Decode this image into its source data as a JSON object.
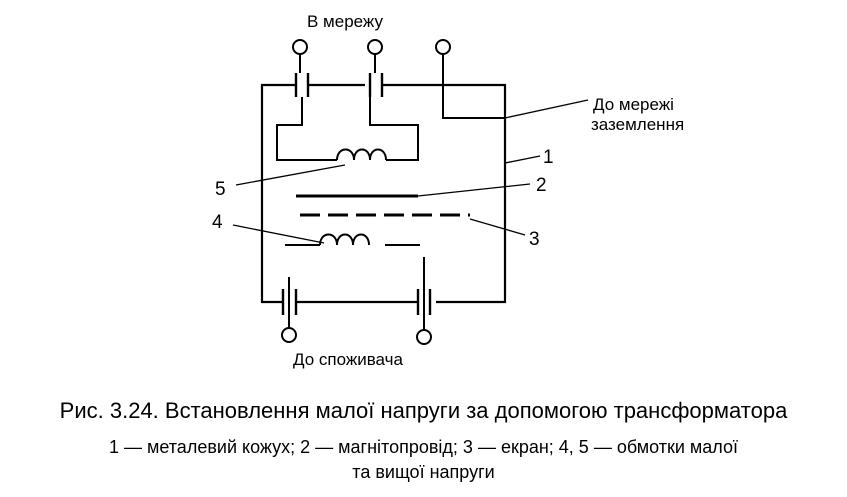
{
  "labels": {
    "to_network": "В мережу",
    "to_ground_line1": "До мережі",
    "to_ground_line2": "заземлення",
    "to_consumer": "До споживача"
  },
  "callouts": {
    "n1": "1",
    "n2": "2",
    "n3": "3",
    "n4": "4",
    "n5": "5"
  },
  "caption": {
    "title": "Рис. 3.24. Встановлення малої напруги за допомогою трансформатора",
    "line2": "1 — металевий кожух; 2 — магнітопровід; 3 — екран; 4, 5 — обмотки малої",
    "line3": "та вищої напруги"
  }
}
